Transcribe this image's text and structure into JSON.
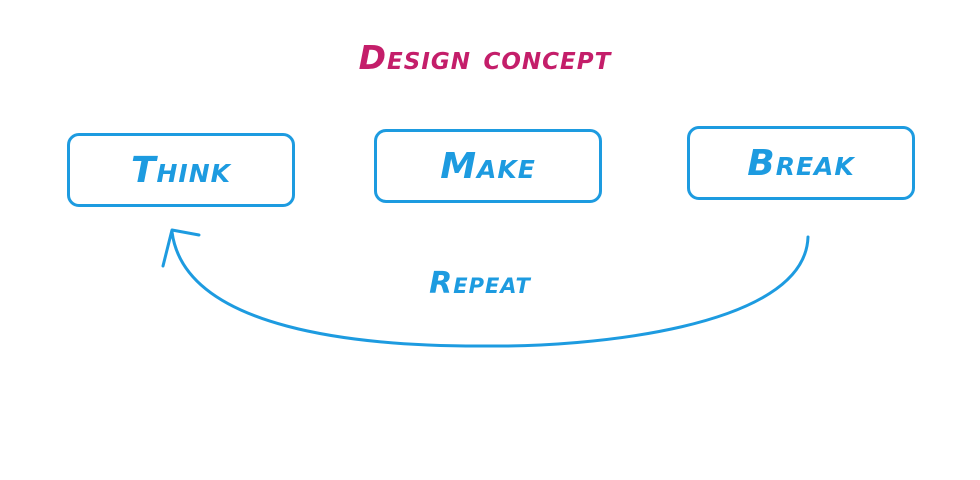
{
  "title": "Design concept",
  "steps": [
    {
      "label": "Think"
    },
    {
      "label": "Make"
    },
    {
      "label": "Break"
    }
  ],
  "loop_label": "Repeat",
  "colors": {
    "title": "#c41e6a",
    "accent": "#1d9be0",
    "background": "#ffffff"
  }
}
